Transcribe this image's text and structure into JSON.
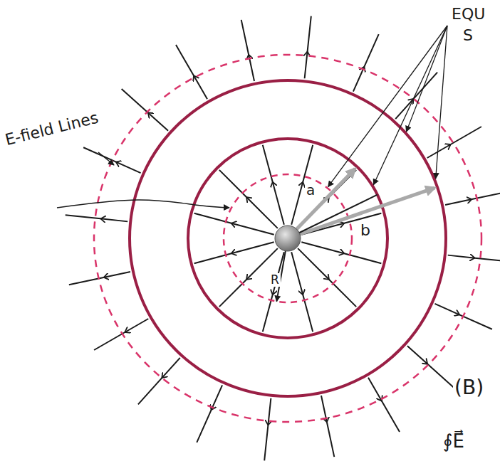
{
  "diagram": {
    "labels": [
      "E-field Lines",
      "EQU",
      "S",
      "a",
      "b",
      "R",
      "(B)",
      "∮E⃗"
    ]
  }
}
